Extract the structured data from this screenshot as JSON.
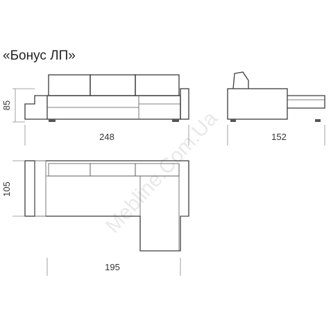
{
  "title": "«Бонус ЛП»",
  "watermark": "Mebline.Com.Ua",
  "dimensions": {
    "front_height": "85",
    "front_width": "248",
    "side_depth": "152",
    "plan_depth": "105",
    "plan_width": "195"
  }
}
